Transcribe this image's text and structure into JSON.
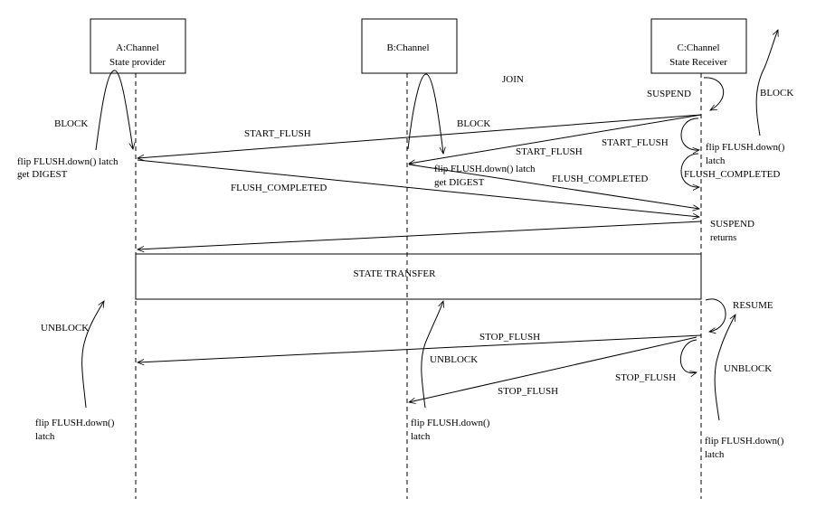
{
  "colors": {
    "stroke": "#000000",
    "background": "#ffffff",
    "text": "#000000"
  },
  "participants": [
    {
      "id": "A",
      "name": "A:Channel",
      "role": "State provider"
    },
    {
      "id": "B",
      "name": "B:Channel",
      "role": ""
    },
    {
      "id": "C",
      "name": "C:Channel",
      "role": "State Receiver"
    }
  ],
  "labels": {
    "join": "JOIN",
    "suspend": "SUSPEND",
    "block_c": "BLOCK",
    "block_a": "BLOCK",
    "block_b": "BLOCK",
    "start_flush_to_a": "START_FLUSH",
    "start_flush_to_b": "START_FLUSH",
    "start_flush_self": "START_FLUSH",
    "flush_completed_a": "FLUSH_COMPLETED",
    "flush_completed_b": "FLUSH_COMPLETED",
    "flush_completed_c": "FLUSH_COMPLETED",
    "suspend_returns_1": "SUSPEND",
    "suspend_returns_2": "returns",
    "state_transfer": "STATE TRANSFER",
    "resume": "RESUME",
    "stop_flush_to_a": "STOP_FLUSH",
    "stop_flush_to_b": "STOP_FLUSH",
    "stop_flush_self": "STOP_FLUSH",
    "unblock_a": "UNBLOCK",
    "unblock_b": "UNBLOCK",
    "unblock_c": "UNBLOCK"
  },
  "notes": {
    "a_flip_1": "flip FLUSH.down() latch",
    "a_flip_2": "get DIGEST",
    "b_flip_1": "flip FLUSH.down() latch",
    "b_flip_2": "get DIGEST",
    "c_flip_1": "flip FLUSH.down()",
    "c_flip_2": "latch",
    "a_unflip_1": "flip FLUSH.down()",
    "a_unflip_2": "latch",
    "b_unflip_1": "flip FLUSH.down()",
    "b_unflip_2": "latch",
    "c_unflip_1": "flip FLUSH.down()",
    "c_unflip_2": "latch"
  }
}
